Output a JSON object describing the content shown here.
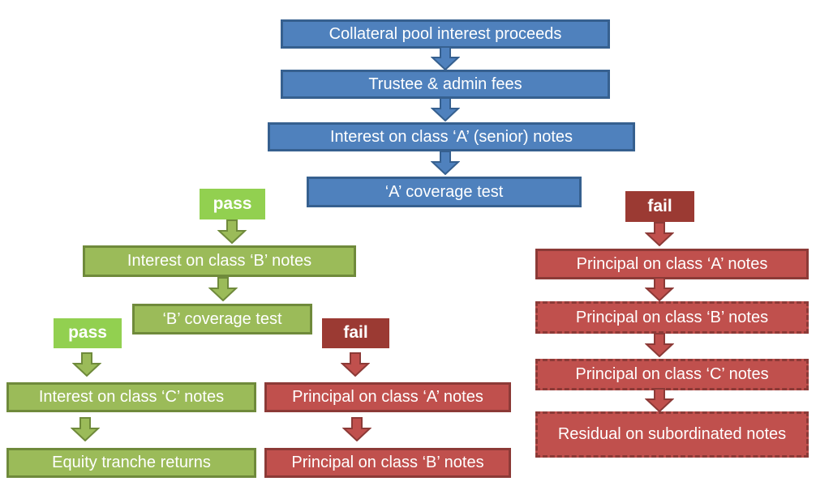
{
  "diagram": {
    "type": "flowchart",
    "subject": "CLO interest proceeds payment waterfall"
  },
  "colors": {
    "blue_fill": "#4f81bd",
    "blue_border": "#36608f",
    "green_fill": "#9bbb59",
    "green_border": "#6f8a3b",
    "pass_tag_fill": "#92d050",
    "red_fill": "#c0504d",
    "red_border": "#8c3a37",
    "fail_tag_fill": "#9b3a33",
    "text": "#ffffff",
    "background": "#ffffff"
  },
  "nodes": {
    "collateral_pool": "Collateral pool interest proceeds",
    "trustee_fees": "Trustee & admin fees",
    "interest_class_a": "Interest on class ‘A’ (senior) notes",
    "a_coverage_test": "‘A’ coverage test",
    "pass_a": "pass",
    "fail_a": "fail",
    "interest_class_b": "Interest on class ‘B’ notes",
    "b_coverage_test": "‘B’ coverage test",
    "pass_b": "pass",
    "fail_b": "fail",
    "interest_class_c": "Interest on class ‘C’ notes",
    "equity_tranche": "Equity tranche returns",
    "principal_class_a_mid": "Principal on class ‘A’ notes",
    "principal_class_b_mid": "Principal on class ‘B’ notes",
    "principal_class_a_right": "Principal on class ‘A’ notes",
    "principal_class_b_right": "Principal on class ‘B’ notes",
    "principal_class_c_right": "Principal on class ‘C’ notes",
    "residual_subordinated": "Residual on subordinated notes"
  },
  "edges": [
    "collateral_pool -> trustee_fees",
    "trustee_fees -> interest_class_a",
    "interest_class_a -> a_coverage_test",
    "a_coverage_test -pass-> interest_class_b",
    "a_coverage_test -fail-> principal_class_a_right",
    "interest_class_b -> b_coverage_test",
    "b_coverage_test -pass-> interest_class_c",
    "b_coverage_test -fail-> principal_class_a_mid",
    "interest_class_c -> equity_tranche",
    "principal_class_a_mid -> principal_class_b_mid",
    "principal_class_a_right -> principal_class_b_right",
    "principal_class_b_right -> principal_class_c_right",
    "principal_class_c_right -> residual_subordinated"
  ]
}
